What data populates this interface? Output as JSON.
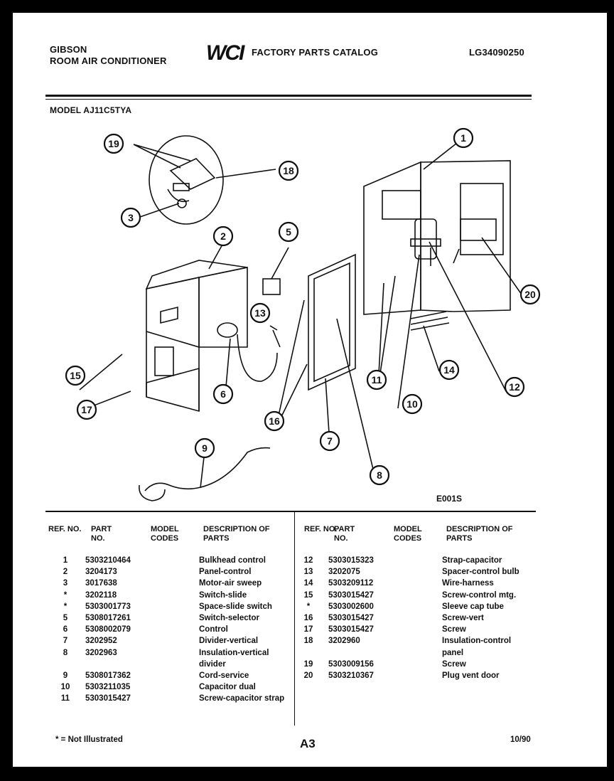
{
  "header": {
    "brand_line1": "GIBSON",
    "brand_line2": "ROOM AIR CONDITIONER",
    "logo": "WCI",
    "catalog": "FACTORY PARTS CATALOG",
    "catalog_number": "LG34090250",
    "model": "MODEL AJ11C5TYA"
  },
  "diagram": {
    "code": "E001S",
    "callouts": [
      "1",
      "2",
      "3",
      "5",
      "6",
      "7",
      "8",
      "9",
      "10",
      "11",
      "12",
      "13",
      "14",
      "15",
      "16",
      "17",
      "18",
      "19",
      "20"
    ]
  },
  "table": {
    "headers": {
      "ref": "REF. NO.",
      "part": "PART NO.",
      "model": "MODEL CODES",
      "desc": "DESCRIPTION OF PARTS"
    },
    "left": [
      {
        "ref": "1",
        "part": "5303210464",
        "desc": "Bulkhead control"
      },
      {
        "ref": "2",
        "part": "3204173",
        "desc": "Panel-control"
      },
      {
        "ref": "3",
        "part": "3017638",
        "desc": "Motor-air sweep"
      },
      {
        "ref": "*",
        "part": "3202118",
        "desc": "Switch-slide"
      },
      {
        "ref": "*",
        "part": "5303001773",
        "desc": "Space-slide switch"
      },
      {
        "ref": "5",
        "part": "5308017261",
        "desc": "Switch-selector"
      },
      {
        "ref": "6",
        "part": "5308002079",
        "desc": "Control"
      },
      {
        "ref": "7",
        "part": "3202952",
        "desc": "Divider-vertical"
      },
      {
        "ref": "8",
        "part": "3202963",
        "desc": "Insulation-vertical divider"
      },
      {
        "ref": "9",
        "part": "5308017362",
        "desc": "Cord-service"
      },
      {
        "ref": "10",
        "part": "5303211035",
        "desc": "Capacitor dual"
      },
      {
        "ref": "11",
        "part": "5303015427",
        "desc": "Screw-capacitor strap"
      }
    ],
    "right": [
      {
        "ref": "12",
        "part": "5303015323",
        "desc": "Strap-capacitor"
      },
      {
        "ref": "13",
        "part": "3202075",
        "desc": "Spacer-control bulb"
      },
      {
        "ref": "14",
        "part": "5303209112",
        "desc": "Wire-harness"
      },
      {
        "ref": "15",
        "part": "5303015427",
        "desc": "Screw-control mtg."
      },
      {
        "ref": "*",
        "part": "5303002600",
        "desc": "Sleeve cap tube"
      },
      {
        "ref": "16",
        "part": "5303015427",
        "desc": "Screw-vert"
      },
      {
        "ref": "17",
        "part": "5303015427",
        "desc": "Screw"
      },
      {
        "ref": "18",
        "part": "3202960",
        "desc": "Insulation-control panel"
      },
      {
        "ref": "19",
        "part": "5303009156",
        "desc": "Screw"
      },
      {
        "ref": "20",
        "part": "5303210367",
        "desc": "Plug vent door"
      }
    ]
  },
  "footer": {
    "note": "* = Not Illustrated",
    "page": "A3",
    "date": "10/90"
  }
}
